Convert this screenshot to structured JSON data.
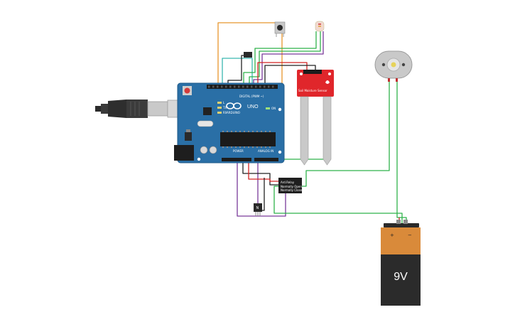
{
  "arduino": {
    "brand": "ARDUINO",
    "model": "UNO",
    "digital_header": "DIGITAL (PWM ~)",
    "power_header": "POWER",
    "analog_header": "ANALOG IN",
    "tx_label": "TX",
    "rx_label": "RX",
    "on_label": "ON",
    "l_label": "L",
    "color": "#2a6fa6"
  },
  "soil_sensor": {
    "title": "Soil Moisture Sensor",
    "color": "#e0262b"
  },
  "relay": {
    "line1": "Ard.Relay",
    "line2": "Normally Open",
    "line3": "Normally Closed"
  },
  "transistor": {
    "label": "N"
  },
  "battery": {
    "voltage": "9V",
    "plus": "+",
    "minus": "−"
  },
  "wire_colors": {
    "orange": "#e8962d",
    "green": "#2fb24a",
    "purple": "#7a3a9a",
    "red": "#d42424",
    "black": "#222222",
    "teal": "#3bb6b0"
  }
}
